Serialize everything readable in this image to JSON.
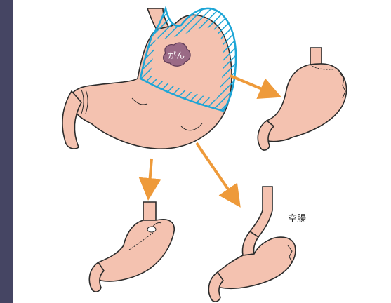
{
  "labels": {
    "cancer": "がん",
    "jejunum": "空腸"
  },
  "colors": {
    "sidebar": "#454563",
    "stomach_fill": "#f4c2b0",
    "stomach_stroke": "#2b2b2b",
    "resection_outline": "#1da5d6",
    "arrow": "#ee9a3a",
    "tumor_fill": "#9a6a86"
  },
  "icons": {
    "arrow": "arrow-right-down"
  }
}
